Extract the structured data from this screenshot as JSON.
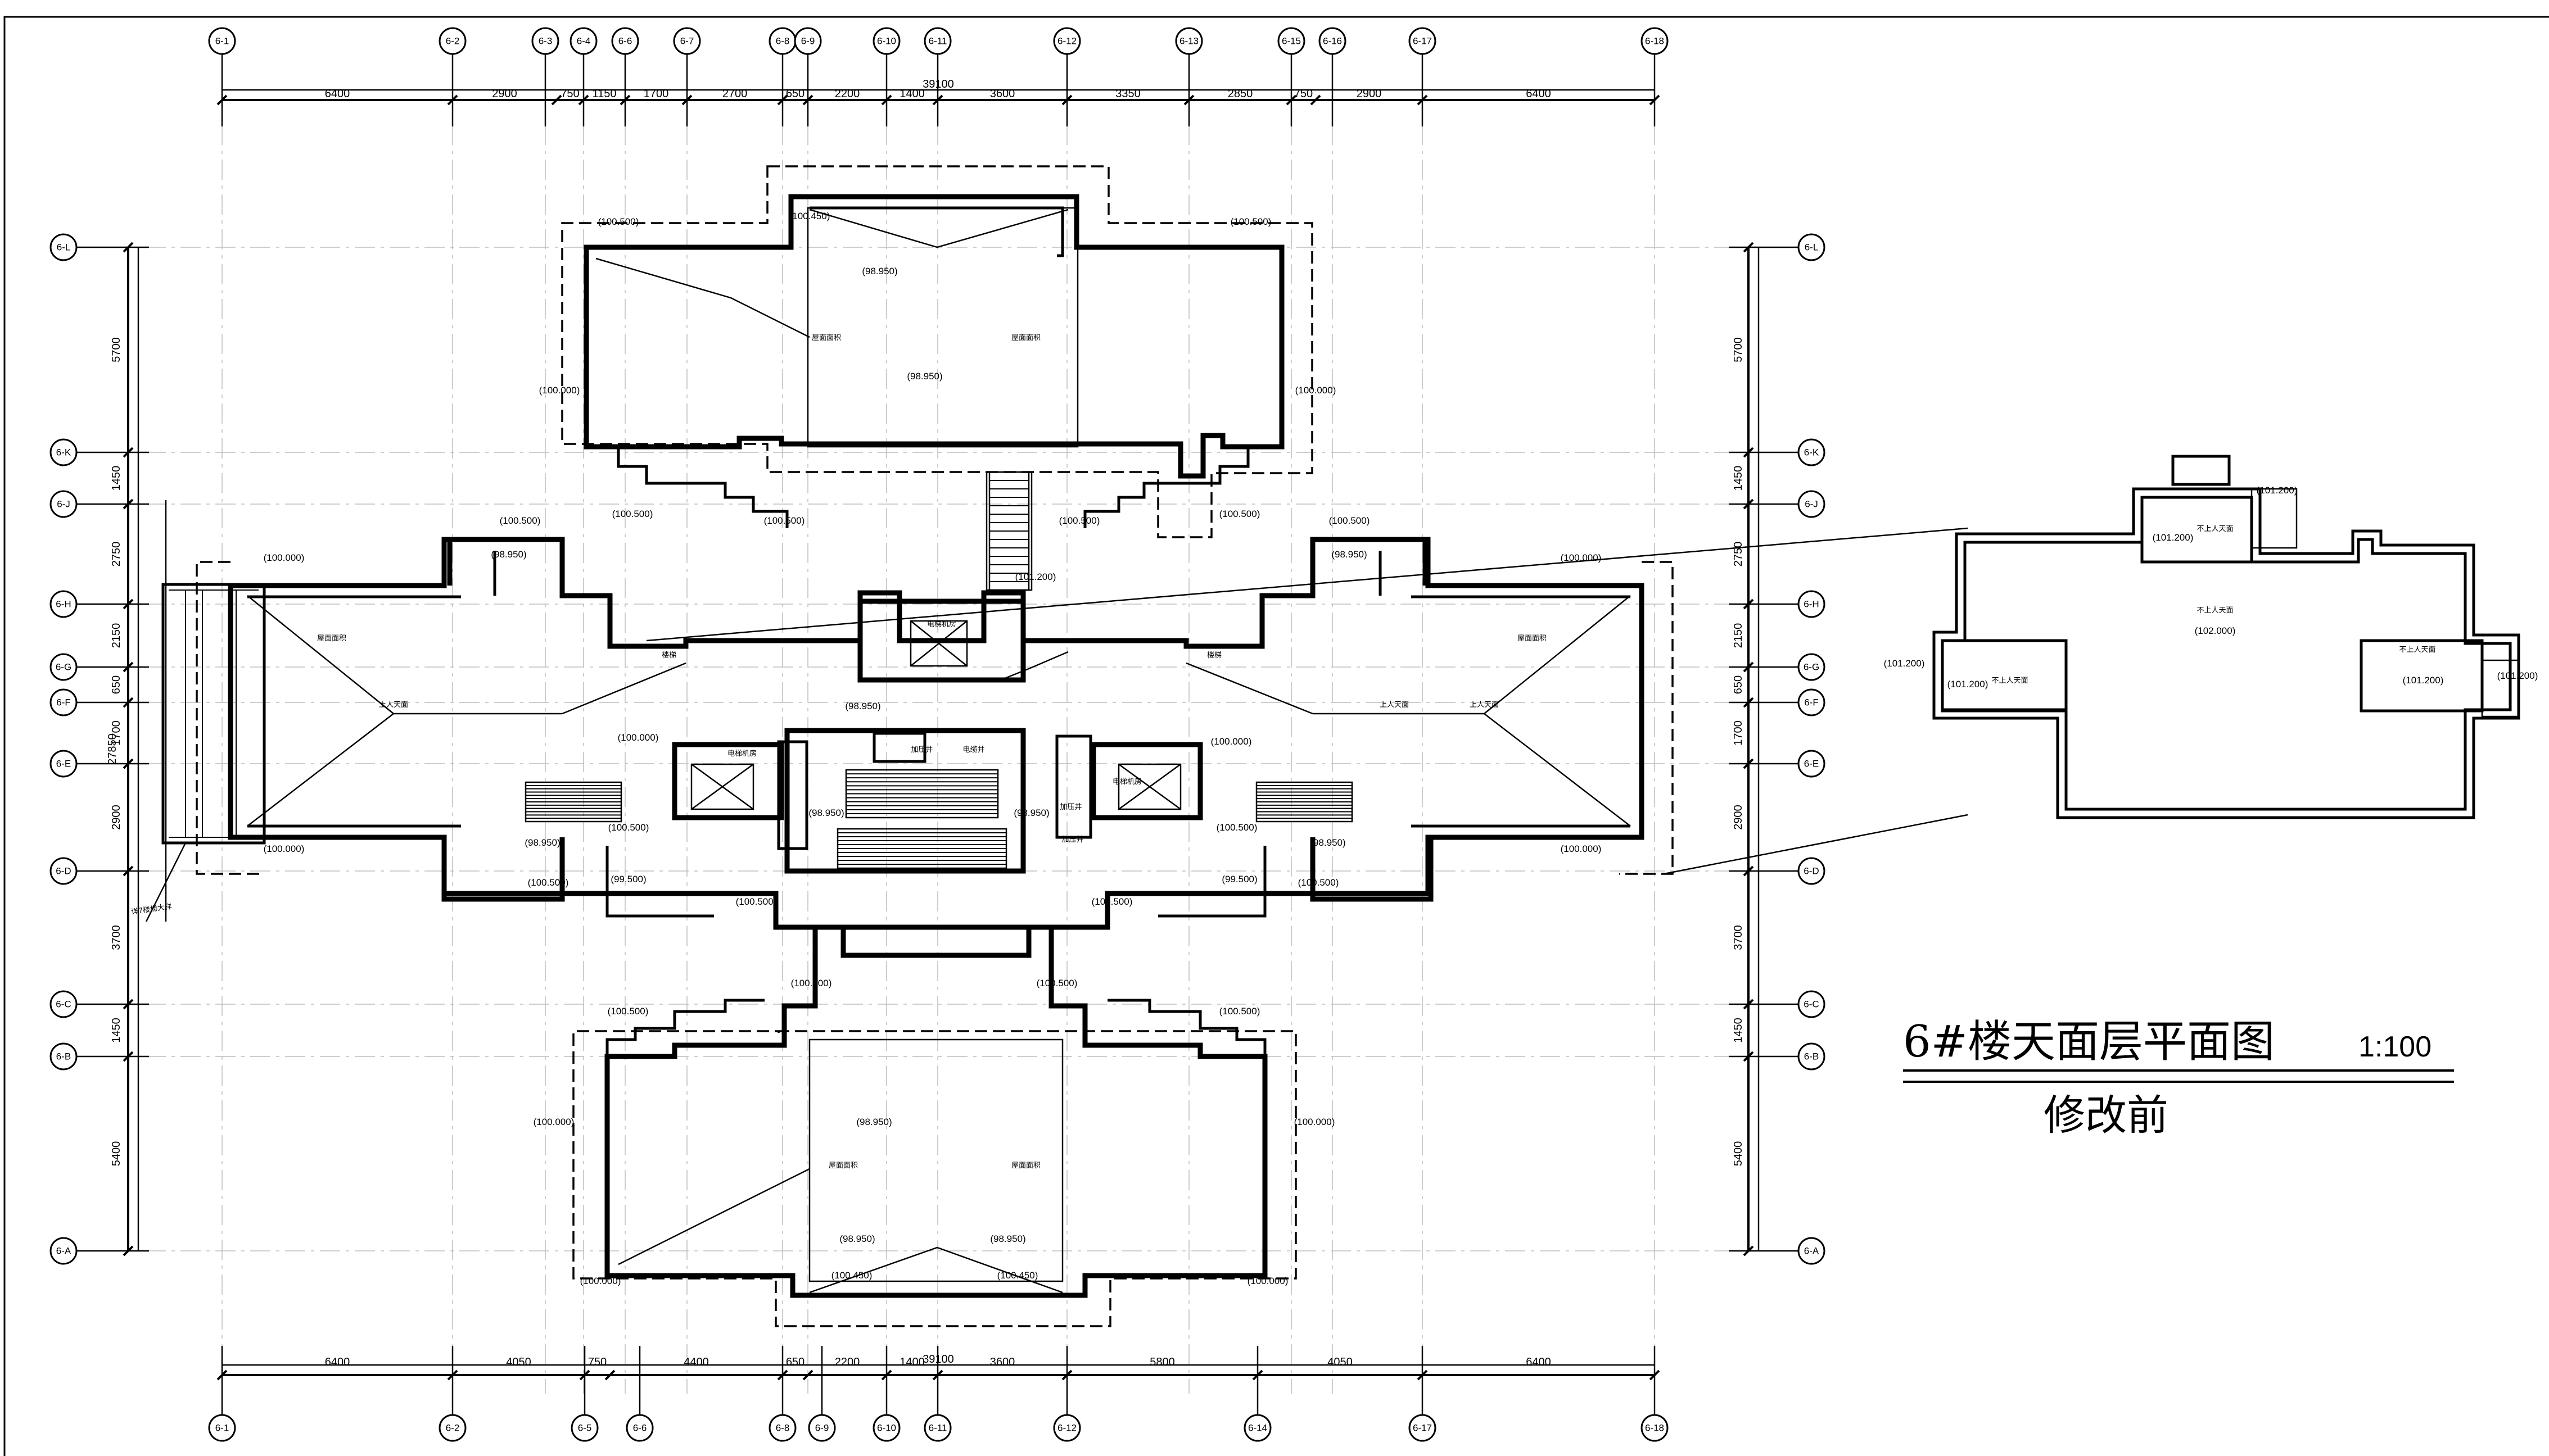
{
  "drawing": {
    "title": "6#楼天面层平面图",
    "scale": "1:100",
    "status": "修改前"
  },
  "axes": {
    "top": [
      "6-1",
      "6-2",
      "6-3",
      "6-4",
      "6-6",
      "6-7",
      "6-8",
      "6-9",
      "6-10",
      "6-11",
      "6-12",
      "6-13",
      "6-15",
      "6-16",
      "6-17",
      "6-18"
    ],
    "bottom": [
      "6-1",
      "6-2",
      "6-5",
      "6-6",
      "6-8",
      "6-9",
      "6-10",
      "6-11",
      "6-12",
      "6-14",
      "6-17",
      "6-18"
    ],
    "left": [
      "6-L",
      "6-K",
      "6-J",
      "6-H",
      "6-G",
      "6-F",
      "6-E",
      "6-D",
      "6-C",
      "6-B",
      "6-A"
    ],
    "right": [
      "6-L",
      "6-K",
      "6-J",
      "6-H",
      "6-G",
      "6-F",
      "6-E",
      "6-D",
      "6-C",
      "6-B",
      "6-A"
    ]
  },
  "dimensions": {
    "top_total": "39100",
    "top_segments": [
      "6400",
      "2900",
      "750",
      "1150",
      "1700",
      "2700",
      "650",
      "2200",
      "1400",
      "3600",
      "3350",
      "2850",
      "750",
      "2900",
      "6400"
    ],
    "bottom_total": "39100",
    "bottom_segments": [
      "6400",
      "4050",
      "750",
      "4400",
      "650",
      "2200",
      "1400",
      "3600",
      "5800",
      "4050",
      "6400"
    ],
    "left_total": "27850",
    "vertical_segments": [
      "5700",
      "1450",
      "2750",
      "2150",
      "650",
      "1700",
      "2900",
      "3700",
      "1450",
      "5400"
    ]
  },
  "levels": {
    "top_ridge": "(98.950)",
    "top_ridge_left": "(100.450)",
    "top_center": "(98.950)",
    "nw_wing_top": "(100.500)",
    "ne_wing_top": "(100.500)",
    "nw_wing_side": "(100.000)",
    "ne_wing_side": "(100.000)",
    "nw_step": "(100.500)",
    "ne_step": "(100.500)",
    "n_core_left": "(100.500)",
    "n_core_right": "(100.500)",
    "w_wing_top": "(100.500)",
    "w_wing_edge": "(100.000)",
    "w_wing_inner": "(98.950)",
    "e_wing_top": "(100.500)",
    "e_wing_edge": "(100.000)",
    "e_wing_inner": "(98.950)",
    "core_top": "(101.200)",
    "core_center": "(98.950)",
    "core_left": "(98.950)",
    "core_right": "(98.950)",
    "w_bottom_1": "(100.500)",
    "w_bottom_2": "(98.950)",
    "w_bottom_3": "(100.500)",
    "w_bottom_4": "(99.500)",
    "w_bottom_5": "(100.500)",
    "e_bottom_1": "(100.500)",
    "e_bottom_2": "(98.950)",
    "e_bottom_3": "(100.500)",
    "e_bottom_4": "(99.500)",
    "e_bottom_5": "(100.500)",
    "w_bottom_edge": "(100.000)",
    "e_bottom_edge": "(100.000)",
    "s_link_left": "(100.500)",
    "s_link_right": "(100.500)",
    "sw_top": "(100.500)",
    "se_top": "(100.500)",
    "sw_side": "(100.000)",
    "se_side": "(100.000)",
    "s_center": "(98.950)",
    "s_bottom_left": "(98.950)",
    "s_bottom_right": "(98.950)",
    "s_bottom_l2": "(100.450)",
    "s_bottom_r2": "(100.450)",
    "sw_corner": "(100.000)",
    "se_corner": "(100.000)",
    "w_core_2": "(100.000)",
    "e_core_2": "(100.000)"
  },
  "room_labels": {
    "roof_text": "屋面面积",
    "upper_roof": "上人天面",
    "no_access": "不上人天面",
    "elevator_room": "电梯机房",
    "pump_room": "加压井",
    "well": "电缆井",
    "stair": "楼梯",
    "remark": "详7楼梯大样"
  },
  "inset": {
    "levels": [
      "(101.200)",
      "(101.200)",
      "(102.000)",
      "(101.200)",
      "(101.200)",
      "(101.200)",
      "(101.200)"
    ],
    "labels": [
      "不上人天面",
      "不上人天面",
      "不上人天面",
      "不上人天面"
    ]
  }
}
